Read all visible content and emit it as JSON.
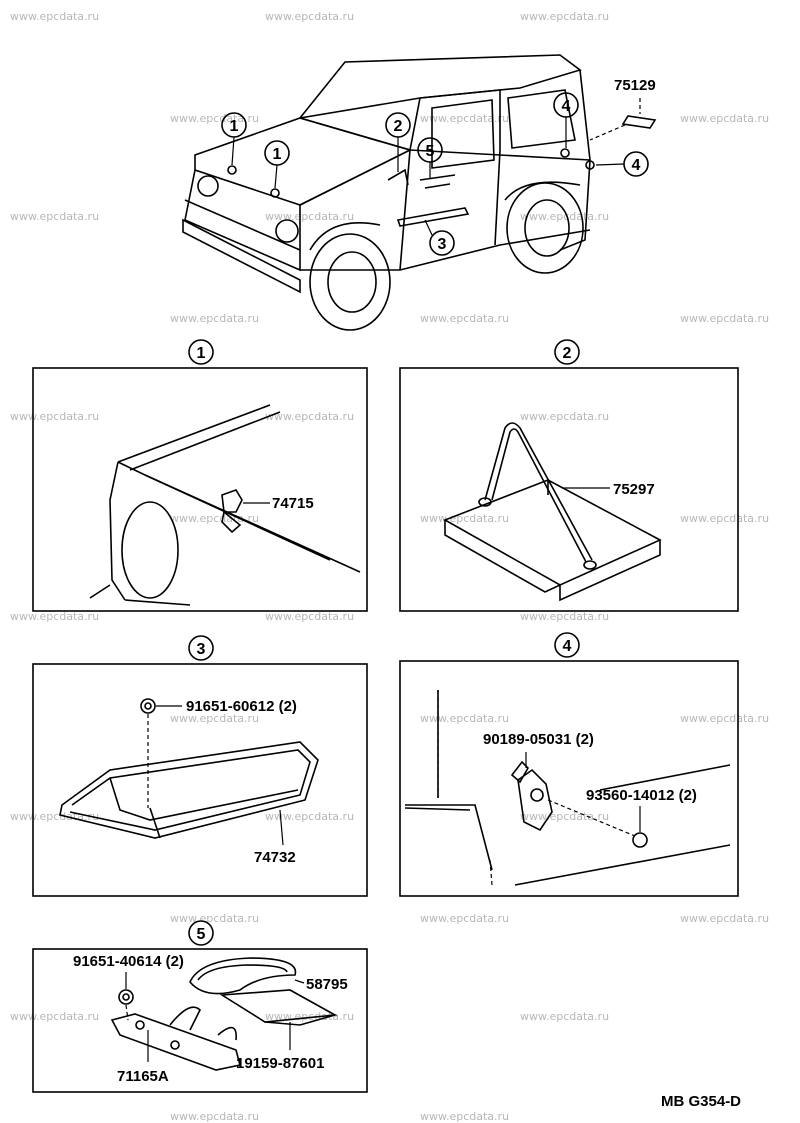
{
  "watermark": "www.epcdata.ru",
  "callouts": {
    "c1": "1",
    "c2": "2",
    "c3": "3",
    "c4": "4",
    "c5": "5"
  },
  "overview": {
    "part_75129": "75129"
  },
  "panel1": {
    "part": "74715"
  },
  "panel2": {
    "part": "75297"
  },
  "panel3": {
    "bolt": "91651-60612 (2)",
    "part": "74732"
  },
  "panel4": {
    "bolt": "90189-05031 (2)",
    "screw": "93560-14012 (2)"
  },
  "panel5": {
    "bolt": "91651-40614 (2)",
    "part_a": "58795",
    "part_b": "71165A",
    "part_c": "19159-87601"
  },
  "footer": {
    "code": "MB G354-D"
  }
}
